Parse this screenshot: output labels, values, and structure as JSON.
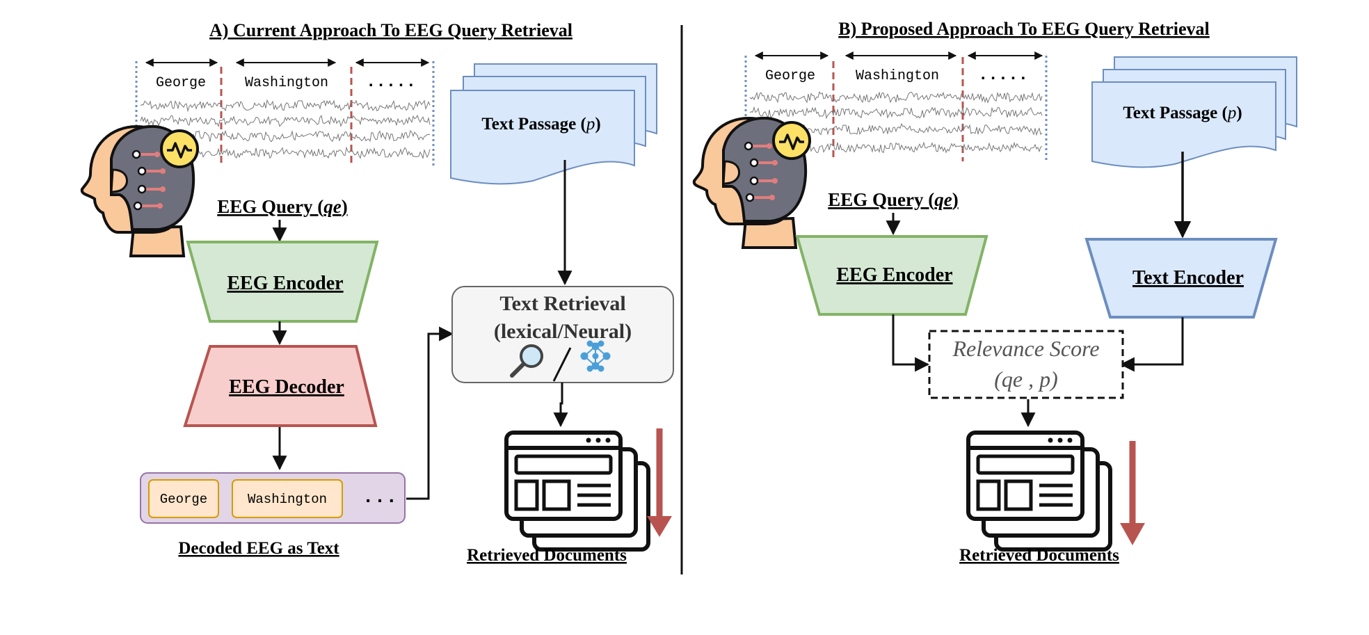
{
  "panel_a": {
    "title": "A) Current Approach To EEG Query Retrieval",
    "eeg_words": [
      "George",
      "Washington",
      "....."
    ],
    "eeg_query_label": "EEG Query (",
    "eeg_query_symbol": "qe",
    "eeg_query_close": ")",
    "passage_label": "Text Passage (",
    "passage_symbol": "p",
    "passage_close": ")",
    "encoder_label": "EEG Encoder",
    "decoder_label": "EEG Decoder",
    "retrieval_line1": "Text Retrieval",
    "retrieval_line2": "(lexical/Neural)",
    "decoded_tokens": [
      "George",
      "Washington",
      "..."
    ],
    "decoded_caption": "Decoded EEG as Text",
    "retrieved_caption": "Retrieved Documents"
  },
  "panel_b": {
    "title": "B) Proposed Approach To EEG Query Retrieval",
    "eeg_words": [
      "George",
      "Washington",
      "....."
    ],
    "eeg_query_label": "EEG Query (",
    "eeg_query_symbol": "qe",
    "eeg_query_close": ")",
    "passage_label": "Text Passage (",
    "passage_symbol": "p",
    "passage_close": ")",
    "eeg_encoder_label": "EEG Encoder",
    "text_encoder_label": "Text Encoder",
    "relevance_line1": "Relevance Score",
    "relevance_line2": "(qe , p)",
    "retrieved_caption": "Retrieved Documents"
  },
  "colors": {
    "encoder_fill": "#d5e8d4",
    "encoder_stroke": "#82b366",
    "decoder_fill": "#f8cecc",
    "decoder_stroke": "#b85450",
    "text_fill": "#dae8fc",
    "text_stroke": "#6c8ebf",
    "decoded_fill": "#e1d5e7",
    "decoded_stroke": "#9673a6",
    "token_fill": "#ffe6cc",
    "token_stroke": "#d79b00",
    "retrieval_fill": "#f5f5f5",
    "retrieval_stroke": "#666666",
    "rank_arrow": "#b85450"
  },
  "icons": [
    "brain-helmet-icon",
    "magnifier-icon",
    "neural-network-icon",
    "documents-icon"
  ]
}
